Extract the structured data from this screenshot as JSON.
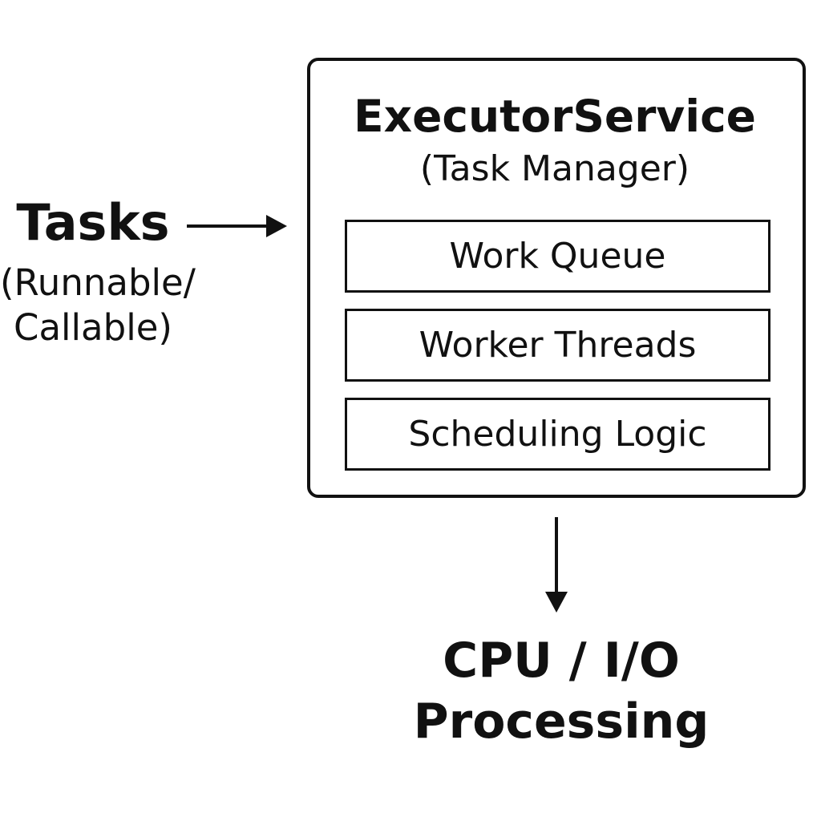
{
  "tasks": {
    "title": "Tasks",
    "subtitle_line1": "(Runnable/",
    "subtitle_line2": "Callable)"
  },
  "executor": {
    "title": "ExecutorService",
    "subtitle": "(Task Manager)",
    "components": [
      "Work Queue",
      "Worker Threads",
      "Scheduling Logic"
    ]
  },
  "output": {
    "line1": "CPU / I/O",
    "line2": "Processing"
  },
  "colors": {
    "stroke": "#111111",
    "background": "#ffffff"
  }
}
